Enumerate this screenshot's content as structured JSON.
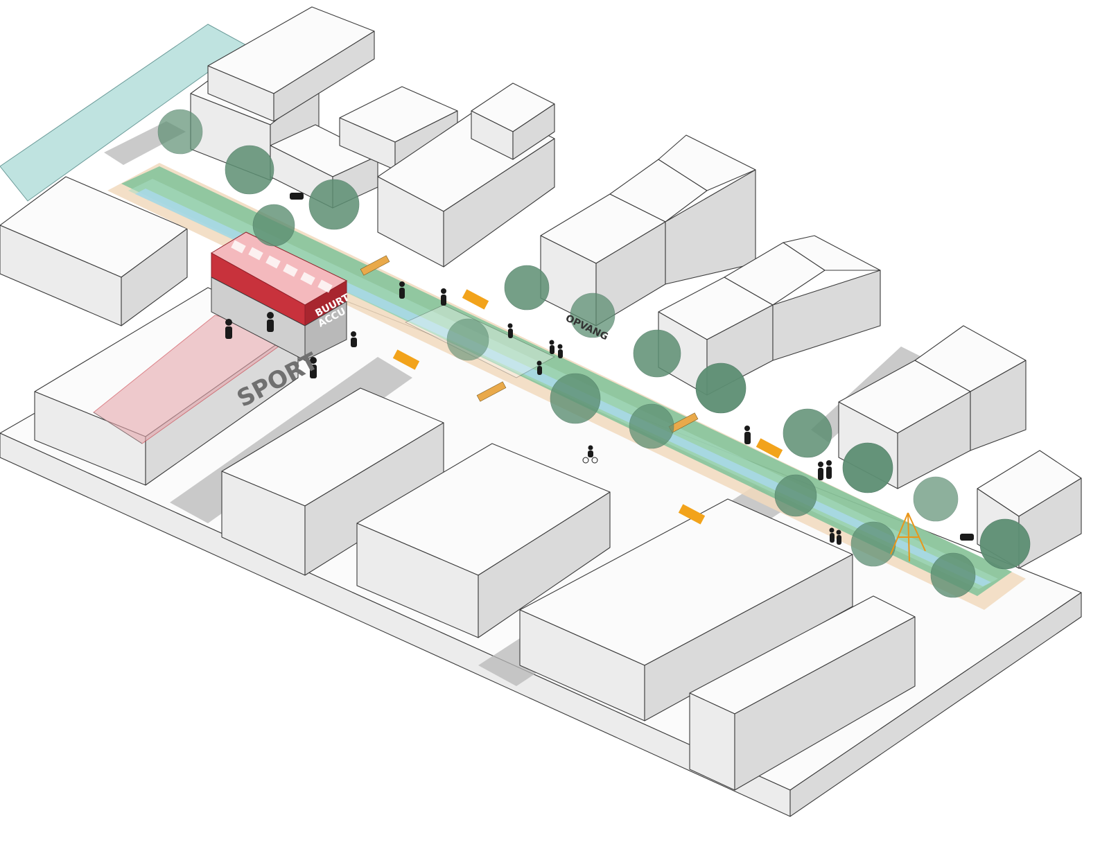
{
  "labels": {
    "sport": "SPORT",
    "buurt_accu_line1": "BUURT",
    "buurt_accu_line2": "ACCU",
    "opvang": "OPVANG"
  },
  "colors": {
    "background": "#ffffff",
    "building_top": "#fbfbfb",
    "building_left": "#ececec",
    "building_right": "#dadada",
    "outline": "#3a3a3a",
    "green_strip": "#3fb27f",
    "green_light": "#a8dcc2",
    "water_channel": "#a9d8e6",
    "path_sand": "#f1d9bd",
    "canal": "#bfe3e0",
    "accent_red": "#c8323c",
    "accent_pink": "#e6a8ae",
    "tree": "#5d8f73",
    "crossing": "#f2a31b",
    "furniture_wood": "#e9a94a",
    "silhouette": "#1a1a1a",
    "grey_road": "#b8b8b8"
  }
}
